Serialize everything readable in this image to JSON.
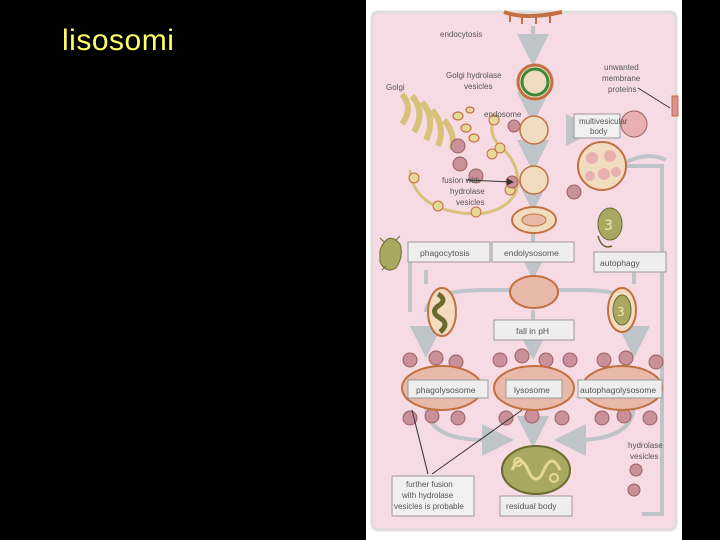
{
  "slide": {
    "title": "lisosomi"
  },
  "diagram": {
    "labels": {
      "endocytosis": "endocytosis",
      "golgi": "Golgi",
      "golgi_hydrolase_1": "Golgi hydrolase",
      "golgi_hydrolase_2": "vesicles",
      "unwanted_1": "unwanted",
      "unwanted_2": "membrane",
      "unwanted_3": "proteins",
      "endosome": "endosome",
      "mvb_1": "multivesicular",
      "mvb_2": "body",
      "fusion_1": "fusion with",
      "fusion_2": "hydrolase",
      "fusion_3": "vesicles",
      "phagocytosis": "phagocytosis",
      "endolysosome": "endolysosome",
      "autophagy": "autophagy",
      "fall_ph": "fall in pH",
      "phagolysosome": "phagolysosome",
      "lysosome": "lysosome",
      "autophagolysosome": "autophagolysosome",
      "hydrolase_vesicles_1": "hydrolase",
      "hydrolase_vesicles_2": "vesicles",
      "further_1": "further fusion",
      "further_2": "with hydrolase",
      "further_3": "vesicles is probable",
      "residual_body": "residual body"
    },
    "colors": {
      "panel": "#f7dbe4",
      "membrane": "#c2703f",
      "organelle_fill": "#f2dcc0",
      "vesicle": "#c9909a",
      "vesicle_center": "#b05a5a",
      "arrow": "#bfc4c8",
      "box": "#eeeeee",
      "golgi": "#e6d898",
      "mito": "#a9a860",
      "leader": "#333333"
    }
  }
}
